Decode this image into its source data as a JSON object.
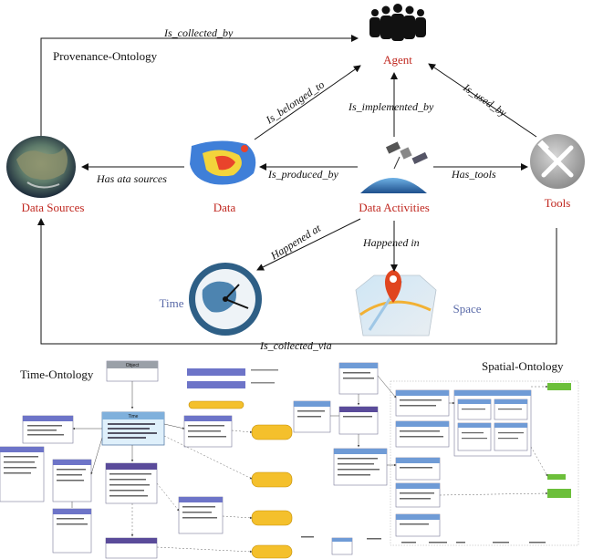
{
  "diagram": {
    "nodes": {
      "agent": "Agent",
      "data_sources": "Data Sources",
      "data": "Data",
      "data_activities": "Data Activities",
      "tools": "Tools",
      "time": "Time",
      "space": "Space"
    },
    "edges": {
      "is_collected_by": "Is_collected_by",
      "is_belonged_to": "Is_belonged_to",
      "is_implemented_by": "Is_implemented_by",
      "is_used_by": "Is_used_by",
      "has_data_sources": "Has ata sources",
      "is_produced_by": "Is_produced_by",
      "has_tools": "Has_tools",
      "happened_at": "Happened at",
      "happened_in": "Happened in",
      "is_collected_via": "Is_collected_via"
    },
    "sections": {
      "provenance": "Provenance-Ontology",
      "time": "Time-Ontology",
      "spatial": "Spatial-Ontology"
    },
    "time_ontology": {
      "object_box": "Object",
      "time_box": "Time"
    },
    "colors": {
      "agent_label": "#c0271f",
      "time_label": "#5a6aa8"
    }
  }
}
